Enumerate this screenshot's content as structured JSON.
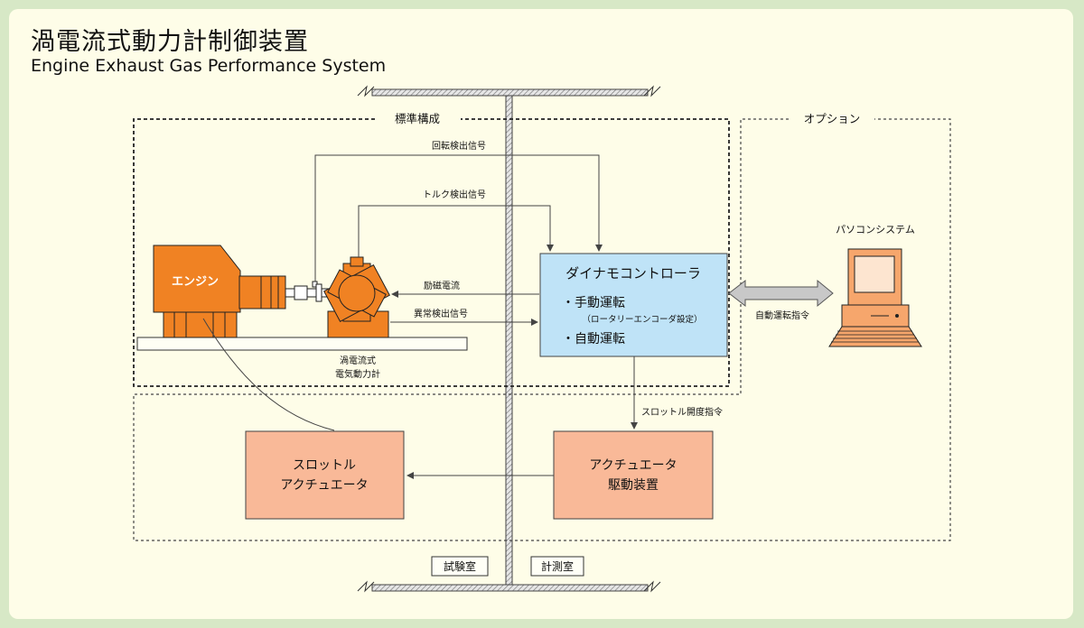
{
  "title": "渦電流式動力計制御装置",
  "subtitle": "Engine Exhaust Gas Performance System",
  "standard_label": "標準構成",
  "option_label": "オプション",
  "signals": {
    "rotation": "回転検出信号",
    "torque": "トルク検出信号",
    "excitation": "励磁電流",
    "abnormal": "異常検出信号",
    "throttle_cmd": "スロットル開度指令",
    "auto_cmd": "自動運転指令"
  },
  "engine_label": "エンジン",
  "dyno_label": [
    "渦電流式",
    "電気動力計"
  ],
  "controller": {
    "title": "ダイナモコントローラ",
    "item1": "・手動運転",
    "item1_note": "（ロータリーエンコーダ設定）",
    "item2": "・自動運転"
  },
  "pc_label": "パソコンシステム",
  "throttle_box": [
    "スロットル",
    "アクチュエータ"
  ],
  "actuator_box": [
    "アクチュエータ",
    "駆動装置"
  ],
  "room_left": "試験室",
  "room_right": "計測室",
  "colors": {
    "background": "#d7e8c6",
    "panel": "#fefde8",
    "engine_orange": "#f08223",
    "box_salmon": "#f9b998",
    "controller_blue": "#bfe3f7",
    "pc_orange": "#f6a66c"
  }
}
